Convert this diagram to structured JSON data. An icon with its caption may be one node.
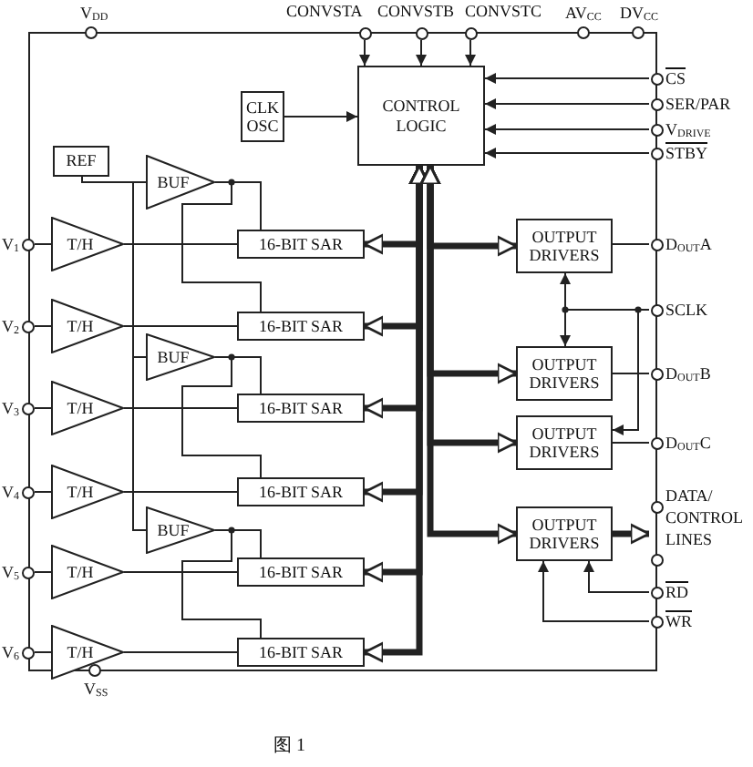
{
  "diagram": {
    "caption": "图 1",
    "nodes": [
      {
        "text": [
          "CONTROL LOGIC"
        ]
      },
      {
        "text": [
          "CLK OSC"
        ]
      },
      {
        "text": [
          "REF"
        ]
      },
      {
        "text": [
          "BUF"
        ]
      },
      {
        "text": [
          "BUF"
        ]
      },
      {
        "text": [
          "BUF"
        ]
      },
      {
        "text": [
          "T/H"
        ]
      },
      {
        "text": [
          "T/H"
        ]
      },
      {
        "text": [
          "T/H"
        ]
      },
      {
        "text": [
          "T/H"
        ]
      },
      {
        "text": [
          "T/H"
        ]
      },
      {
        "text": [
          "T/H"
        ]
      },
      {
        "text": [
          "16-BIT SAR"
        ]
      },
      {
        "text": [
          "16-BIT SAR"
        ]
      },
      {
        "text": [
          "16-BIT SAR"
        ]
      },
      {
        "text": [
          "16-BIT SAR"
        ]
      },
      {
        "text": [
          "16-BIT SAR"
        ]
      },
      {
        "text": [
          "16-BIT SAR"
        ]
      },
      {
        "text": [
          "OUTPUT DRIVERS"
        ]
      },
      {
        "text": [
          "OUTPUT DRIVERS"
        ]
      },
      {
        "text": [
          "OUTPUT DRIVERS"
        ]
      },
      {
        "text": [
          "OUTPUT DRIVERS"
        ]
      },
      {
        "text": [
          "CONVSTA"
        ]
      },
      {
        "text": [
          "CONVSTB"
        ]
      },
      {
        "text": [
          "CONVSTC"
        ]
      },
      {
        "text": [
          "CS"
        ]
      },
      {
        "text": [
          "SER/PAR"
        ]
      },
      {
        "text": [
          "V$_{DRIVE}$"
        ]
      },
      {
        "text": [
          "STBY"
        ]
      },
      {
        "text": [
          "V$_{1}$"
        ]
      },
      {
        "text": [
          "V$_{2}$"
        ]
      },
      {
        "text": [
          "V$_{3}$"
        ]
      },
      {
        "text": [
          "V$_{4}$"
        ]
      },
      {
        "text": [
          "V$_{5}$"
        ]
      },
      {
        "text": [
          "V$_{6}$"
        ]
      },
      {
        "text": [
          "D$_{OUT}$A"
        ]
      },
      {
        "text": [
          "SCLK"
        ]
      },
      {
        "text": [
          "D$_{OUT}$B"
        ]
      },
      {
        "text": [
          "D$_{OUT}$C"
        ]
      },
      {
        "text": [
          "DATA/ CONTROL LINES"
        ]
      },
      {
        "text": [
          "RD"
        ]
      },
      {
        "text": [
          "WR"
        ]
      }
    ],
    "edges": [
      {
        "from": 22,
        "to": 0,
        "arrow": "to"
      },
      {
        "from": 23,
        "to": 0,
        "arrow": "to"
      },
      {
        "from": 24,
        "to": 0,
        "arrow": "to"
      },
      {
        "from": 25,
        "to": 0,
        "arrow": "to"
      },
      {
        "from": 26,
        "to": 0,
        "arrow": "to"
      },
      {
        "from": 27,
        "to": 0,
        "arrow": "to"
      },
      {
        "from": 28,
        "to": 0,
        "arrow": "to"
      },
      {
        "from": 1,
        "to": 0,
        "arrow": "to"
      },
      {
        "from": 2,
        "to": 3,
        "arrow": "none"
      },
      {
        "from": 29,
        "to": 6,
        "arrow": "none"
      },
      {
        "from": 30,
        "to": 7,
        "arrow": "none"
      },
      {
        "from": 31,
        "to": 8,
        "arrow": "none"
      },
      {
        "from": 32,
        "to": 9,
        "arrow": "none"
      },
      {
        "from": 33,
        "to": 10,
        "arrow": "none"
      },
      {
        "from": 34,
        "to": 11,
        "arrow": "none"
      },
      {
        "from": 6,
        "to": 12,
        "arrow": "none"
      },
      {
        "from": 7,
        "to": 13,
        "arrow": "none"
      },
      {
        "from": 8,
        "to": 14,
        "arrow": "none"
      },
      {
        "from": 9,
        "to": 15,
        "arrow": "none"
      },
      {
        "from": 10,
        "to": 16,
        "arrow": "none"
      },
      {
        "from": 11,
        "to": 17,
        "arrow": "none"
      },
      {
        "from": 3,
        "to": 12,
        "arrow": "none"
      },
      {
        "from": 3,
        "to": 13,
        "arrow": "none"
      },
      {
        "from": 4,
        "to": 14,
        "arrow": "none"
      },
      {
        "from": 4,
        "to": 15,
        "arrow": "none"
      },
      {
        "from": 5,
        "to": 16,
        "arrow": "none"
      },
      {
        "from": 5,
        "to": 17,
        "arrow": "none"
      },
      {
        "from": 2,
        "to": 4,
        "arrow": "none"
      },
      {
        "from": 2,
        "to": 5,
        "arrow": "none"
      },
      {
        "from": 0,
        "to": 12,
        "arrow": "both",
        "style": "thick"
      },
      {
        "from": 0,
        "to": 13,
        "arrow": "both",
        "style": "thick"
      },
      {
        "from": 0,
        "to": 14,
        "arrow": "both",
        "style": "thick"
      },
      {
        "from": 0,
        "to": 15,
        "arrow": "both",
        "style": "thick"
      },
      {
        "from": 0,
        "to": 16,
        "arrow": "both",
        "style": "thick"
      },
      {
        "from": 0,
        "to": 17,
        "arrow": "both",
        "style": "thick"
      },
      {
        "from": 0,
        "to": 18,
        "arrow": "both",
        "style": "thick"
      },
      {
        "from": 0,
        "to": 19,
        "arrow": "both",
        "style": "thick"
      },
      {
        "from": 0,
        "to": 20,
        "arrow": "both",
        "style": "thick"
      },
      {
        "from": 0,
        "to": 21,
        "arrow": "both",
        "style": "thick"
      },
      {
        "from": 18,
        "to": 35,
        "arrow": "none"
      },
      {
        "from": 19,
        "to": 37,
        "arrow": "none"
      },
      {
        "from": 20,
        "to": 38,
        "arrow": "none"
      },
      {
        "from": 21,
        "to": 39,
        "arrow": "to",
        "style": "thick"
      },
      {
        "from": 36,
        "to": 18,
        "arrow": "to"
      },
      {
        "from": 36,
        "to": 19,
        "arrow": "to"
      },
      {
        "from": 36,
        "to": 20,
        "arrow": "to"
      },
      {
        "from": 40,
        "to": 21,
        "arrow": "to"
      },
      {
        "from": 41,
        "to": 21,
        "arrow": "to"
      }
    ],
    "labels": [
      "V$_{DD}$",
      "AV$_{CC}$",
      "DV$_{CC}$",
      "V$_{SS}$"
    ]
  }
}
